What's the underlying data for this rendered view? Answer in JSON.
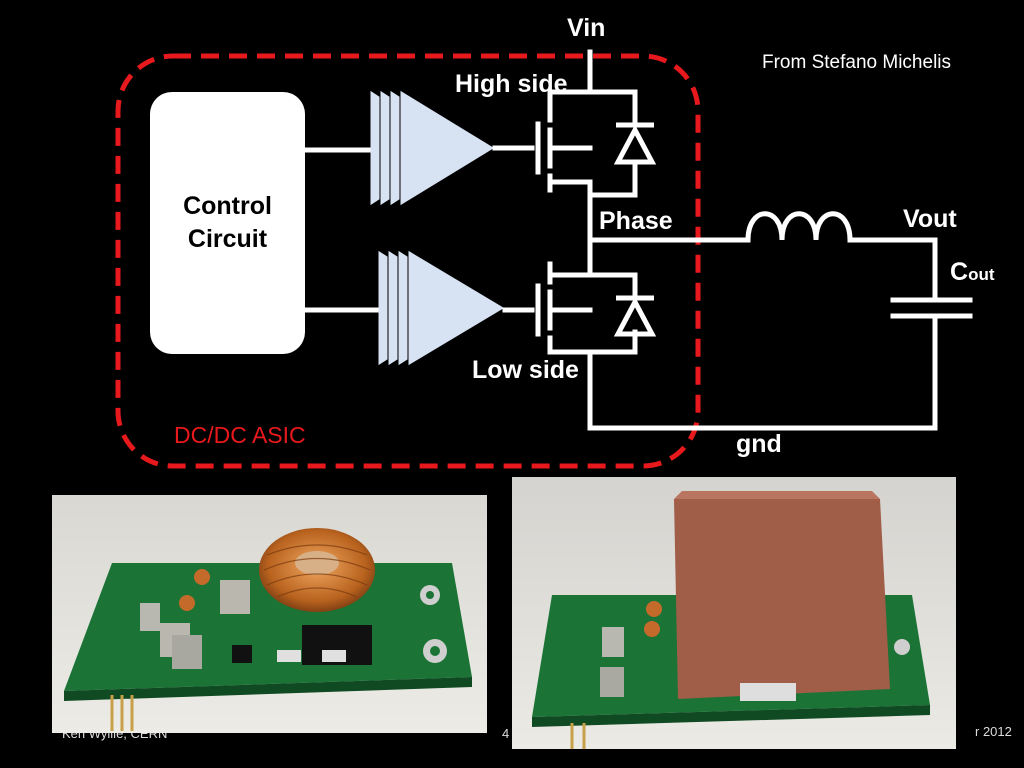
{
  "labels": {
    "vin": "Vin",
    "high_side": "High side",
    "phase": "Phase",
    "vout": "Vout",
    "cout_main": "C",
    "cout_sub": "out",
    "low_side": "Low side",
    "gnd": "gnd",
    "control": "Control Circuit",
    "asic": "DC/DC ASIC",
    "credit": "From Stefano Michelis"
  },
  "footer": {
    "left": "Ken Wyllie, CERN",
    "center": "4",
    "right": "r 2012"
  },
  "colors": {
    "background": "#000000",
    "wire": "#ffffff",
    "asic_border": "#e8191c",
    "driver": "#d7e2f2",
    "pcb": "#1d7a3a"
  }
}
